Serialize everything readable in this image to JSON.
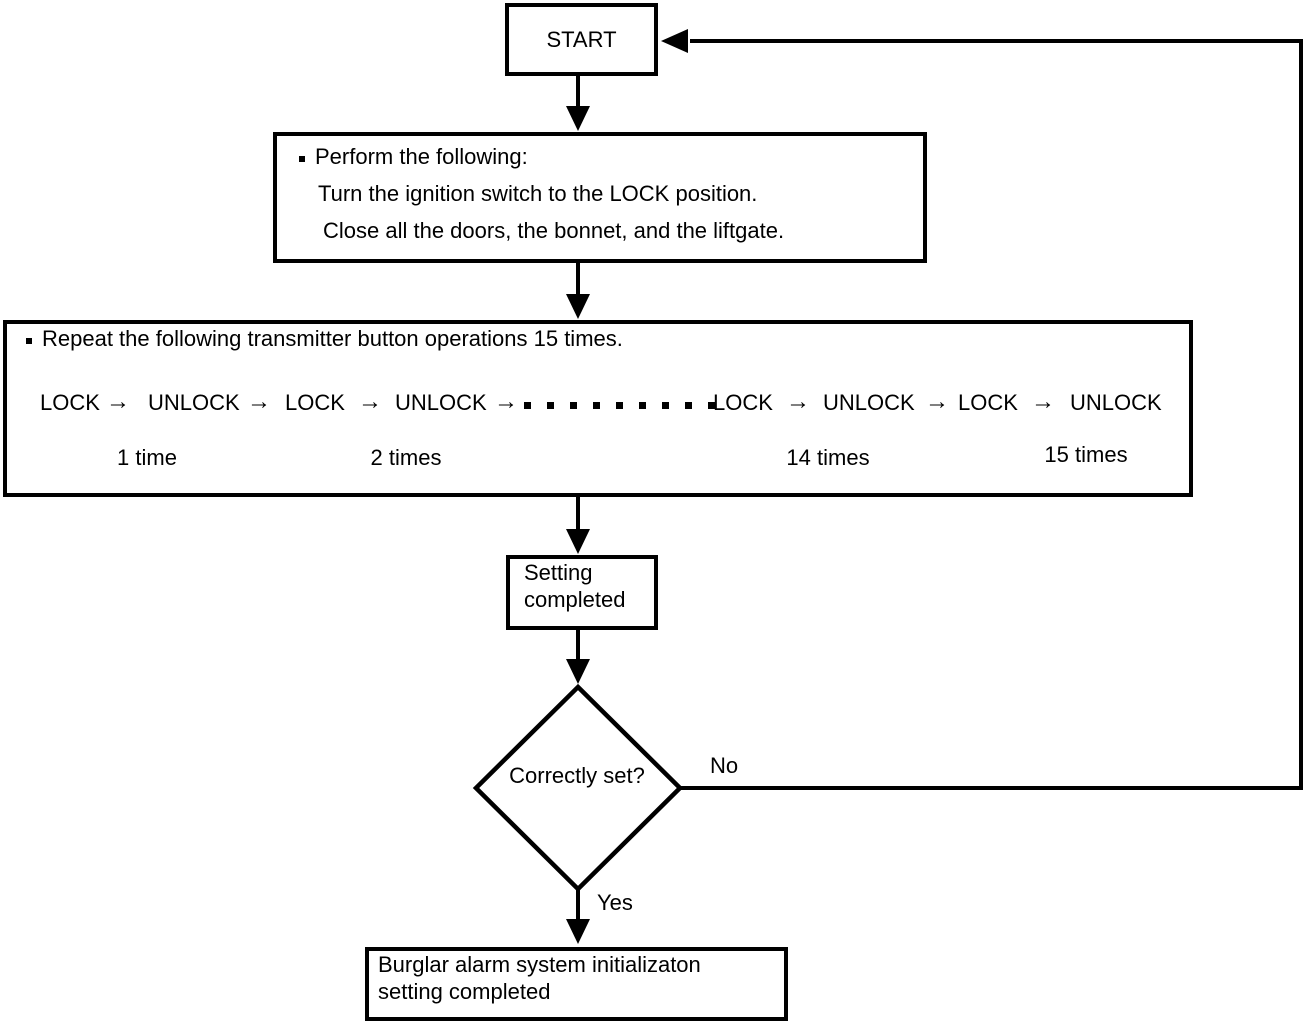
{
  "diagram": {
    "start": {
      "label": "START"
    },
    "perform": {
      "line1": "Perform the following:",
      "line2": "Turn the ignition switch to the LOCK position.",
      "line3": "Close all the doors, the bonnet, and the liftgate."
    },
    "repeat": {
      "title": "Repeat the following transmitter button operations 15 times.",
      "arrow": "→",
      "groups": [
        {
          "lock": "LOCK",
          "unlock": "UNLOCK",
          "label": "1 time"
        },
        {
          "lock": "LOCK",
          "unlock": "UNLOCK",
          "label": "2 times"
        },
        {
          "lock": "LOCK",
          "unlock": "UNLOCK",
          "label": "14 times"
        },
        {
          "lock": "LOCK",
          "unlock": "UNLOCK",
          "label": "15 times"
        }
      ]
    },
    "setting": {
      "line1": "Setting",
      "line2": "completed"
    },
    "decision": {
      "question": "Correctly set?",
      "no": "No",
      "yes": "Yes"
    },
    "result": {
      "line1": "Burglar alarm system initializaton",
      "line2": "setting completed"
    },
    "colors": {
      "line": "#000000",
      "background": "#ffffff"
    }
  }
}
